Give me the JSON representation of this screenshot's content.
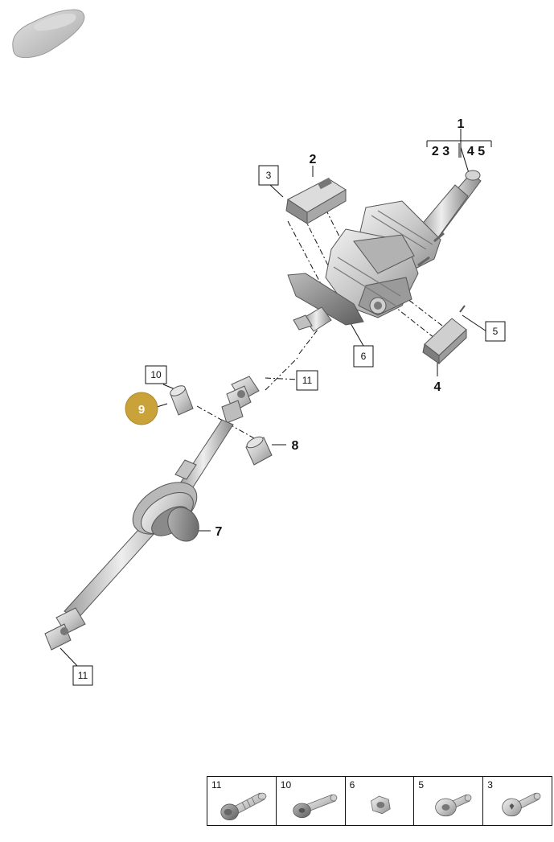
{
  "diagram": {
    "hotspots": [
      {
        "label": "1",
        "style": "bold"
      },
      {
        "label": "2 3",
        "style": "bold"
      },
      {
        "label": "4 5",
        "style": "bold"
      },
      {
        "label": "2",
        "style": "bold"
      },
      {
        "label": "3",
        "style": "box"
      },
      {
        "label": "4",
        "style": "bold"
      },
      {
        "label": "5",
        "style": "box"
      },
      {
        "label": "6",
        "style": "box"
      },
      {
        "label": "7",
        "style": "bold"
      },
      {
        "label": "8",
        "style": "bold"
      },
      {
        "label": "9",
        "style": "highlight"
      },
      {
        "label": "10",
        "style": "box"
      },
      {
        "label": "11",
        "style": "box"
      },
      {
        "label": "11",
        "style": "box"
      }
    ],
    "highlight_color": "#c9a23a"
  },
  "legend": {
    "items": [
      {
        "number": "11",
        "icon": "bolt-with-shoulder-icon"
      },
      {
        "number": "10",
        "icon": "hex-bolt-icon"
      },
      {
        "number": "6",
        "icon": "hex-nut-icon"
      },
      {
        "number": "5",
        "icon": "flange-screw-icon"
      },
      {
        "number": "3",
        "icon": "torx-screw-icon"
      }
    ]
  },
  "car_icon": "car-silhouette-icon"
}
